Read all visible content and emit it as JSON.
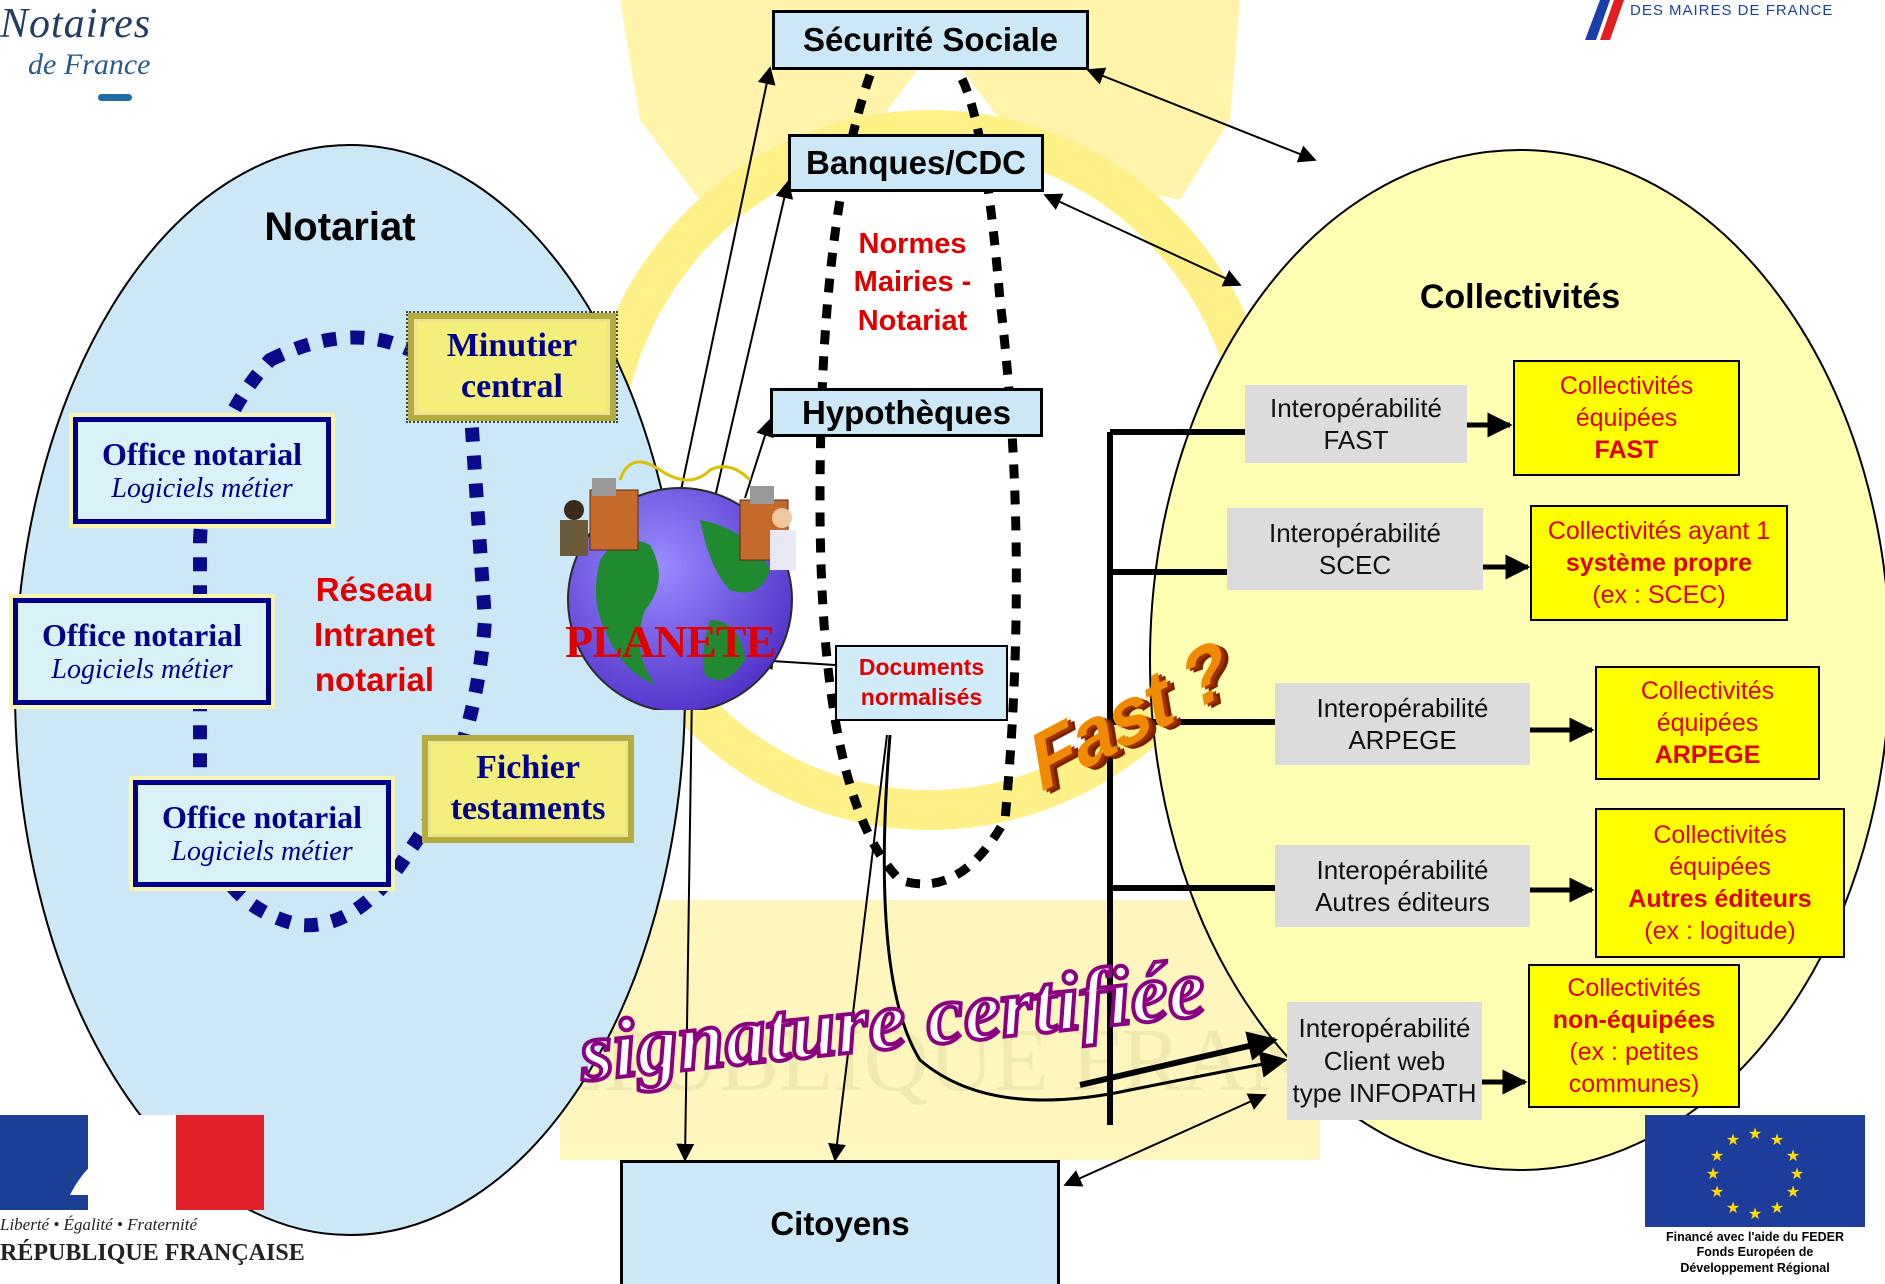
{
  "logos": {
    "notaires_line1": "Notaires",
    "notaires_line2": "de France",
    "maires_text": "DES MAIRES DE FRANCE",
    "republique_motto": "Liberté • Égalité • Fraternité",
    "republique_name": "RÉPUBLIQUE FRANÇAISE",
    "eu_caption": [
      "Financé avec l'aide du FEDER",
      "Fonds Européen de",
      "Développement Régional"
    ]
  },
  "notariat": {
    "title": "Notariat",
    "offices": [
      {
        "name": "Office notarial",
        "subtitle": "Logiciels métier"
      },
      {
        "name": "Office notarial",
        "subtitle": "Logiciels métier"
      },
      {
        "name": "Office notarial",
        "subtitle": "Logiciels métier"
      }
    ],
    "minutier": [
      "Minutier",
      "central"
    ],
    "fichier": [
      "Fichier",
      "testaments"
    ],
    "reseau": [
      "Réseau",
      "Intranet",
      "notarial"
    ]
  },
  "center": {
    "securite_sociale": "Sécurité Sociale",
    "banques": "Banques/CDC",
    "normes": [
      "Normes",
      "Mairies -",
      "Notariat"
    ],
    "hypotheques": "Hypothèques",
    "planete": "PLANETE",
    "documents": [
      "Documents",
      "normalisés"
    ],
    "fast": "Fast ?",
    "signature": "signature certifiée",
    "citoyens": "Citoyens"
  },
  "collectivites": {
    "title": "Collectivités",
    "rows": [
      {
        "interop": [
          "Interopérabilité",
          "FAST"
        ],
        "target": [
          {
            "t": "Collectivités",
            "b": false
          },
          {
            "t": "équipées",
            "b": false
          },
          {
            "t": "FAST",
            "b": true
          }
        ]
      },
      {
        "interop": [
          "Interopérabilité",
          "SCEC"
        ],
        "target": [
          {
            "t": "Collectivités ayant 1",
            "b": false
          },
          {
            "t": "système propre",
            "b": true
          },
          {
            "t": "(ex : SCEC)",
            "b": false
          }
        ]
      },
      {
        "interop": [
          "Interopérabilité",
          "ARPEGE"
        ],
        "target": [
          {
            "t": "Collectivités",
            "b": false
          },
          {
            "t": "équipées",
            "b": false
          },
          {
            "t": "ARPEGE",
            "b": true
          }
        ]
      },
      {
        "interop": [
          "Interopérabilité",
          "Autres éditeurs"
        ],
        "target": [
          {
            "t": "Collectivités",
            "b": false
          },
          {
            "t": "équipées",
            "b": false
          },
          {
            "t": "Autres éditeurs",
            "b": true
          },
          {
            "t": "(ex : logitude)",
            "b": false
          }
        ]
      },
      {
        "interop": [
          "Interopérabilité",
          "Client web",
          "type INFOPATH"
        ],
        "target": [
          {
            "t": "Collectivités",
            "b": false
          },
          {
            "t": "non-équipées",
            "b": true
          },
          {
            "t": "(ex : petites",
            "b": false
          },
          {
            "t": "communes)",
            "b": false
          }
        ]
      }
    ]
  },
  "colors": {
    "notariat_fill": "#cce8f6",
    "collectivites_fill": "#ffffb3",
    "accent_red": "#e00000",
    "navy": "#00008b",
    "watermark": "#fff07a"
  }
}
